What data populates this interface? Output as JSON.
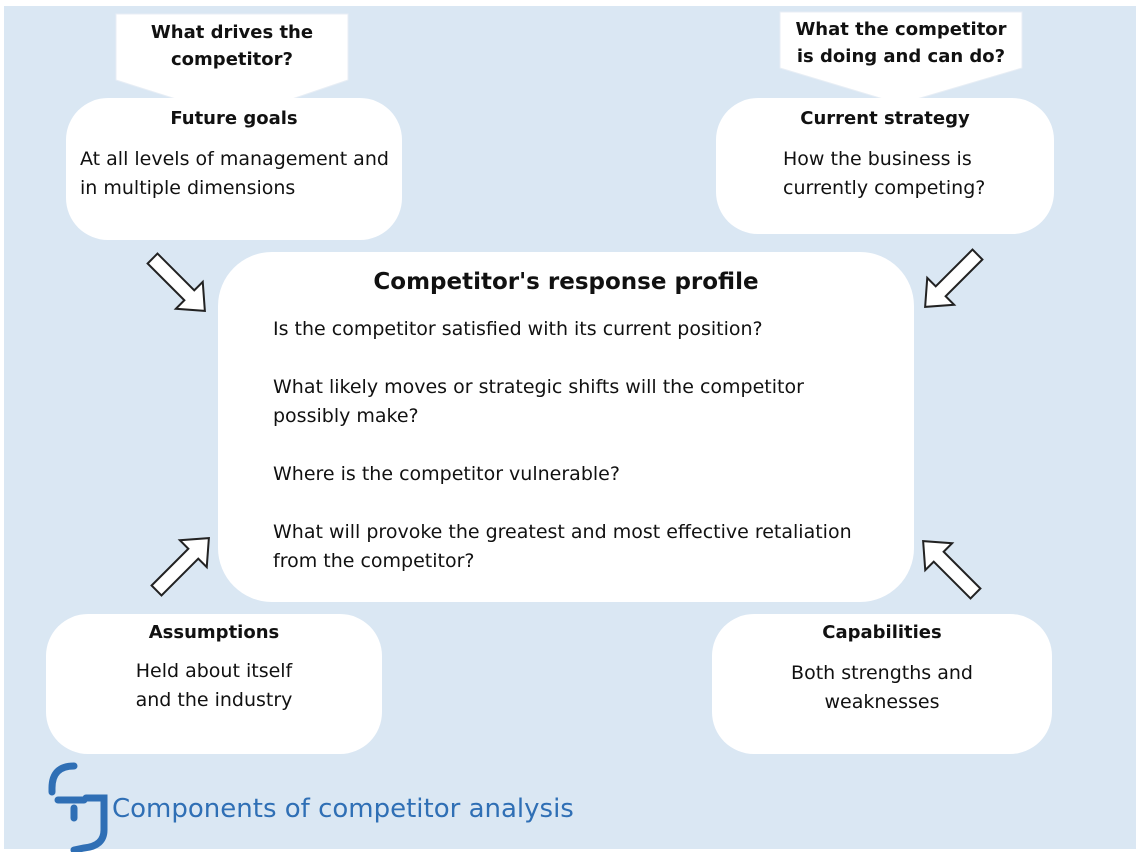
{
  "top_left_label": [
    "What drives the",
    "competitor?"
  ],
  "top_right_label": [
    "What the competitor",
    "is doing and can do?"
  ],
  "future_goals": {
    "title": "Future goals",
    "lines": [
      "At all levels of management and",
      "in multiple dimensions"
    ]
  },
  "current_strategy": {
    "title": "Current strategy",
    "lines": [
      "How the business is",
      "currently competing?"
    ]
  },
  "assumptions": {
    "title": "Assumptions",
    "lines": [
      "Held about itself",
      "and the industry"
    ]
  },
  "capabilities": {
    "title": "Capabilities",
    "lines": [
      "Both strengths and",
      "weaknesses"
    ]
  },
  "response_profile": {
    "title": "Competitor's response profile",
    "questions": [
      [
        "Is the competitor satisfied with its current position?"
      ],
      [
        "What likely moves or strategic shifts will the competitor",
        "possibly make?"
      ],
      [
        "Where is the competitor vulnerable?"
      ],
      [
        "What will provoke the greatest and most effective retaliation",
        "from the competitor?"
      ]
    ]
  },
  "caption": "Components of competitor analysis",
  "colors": {
    "background": "#dae7f3",
    "box": "#ffffff",
    "arrow_stroke": "#222222",
    "caption": "#2f6fb5"
  }
}
